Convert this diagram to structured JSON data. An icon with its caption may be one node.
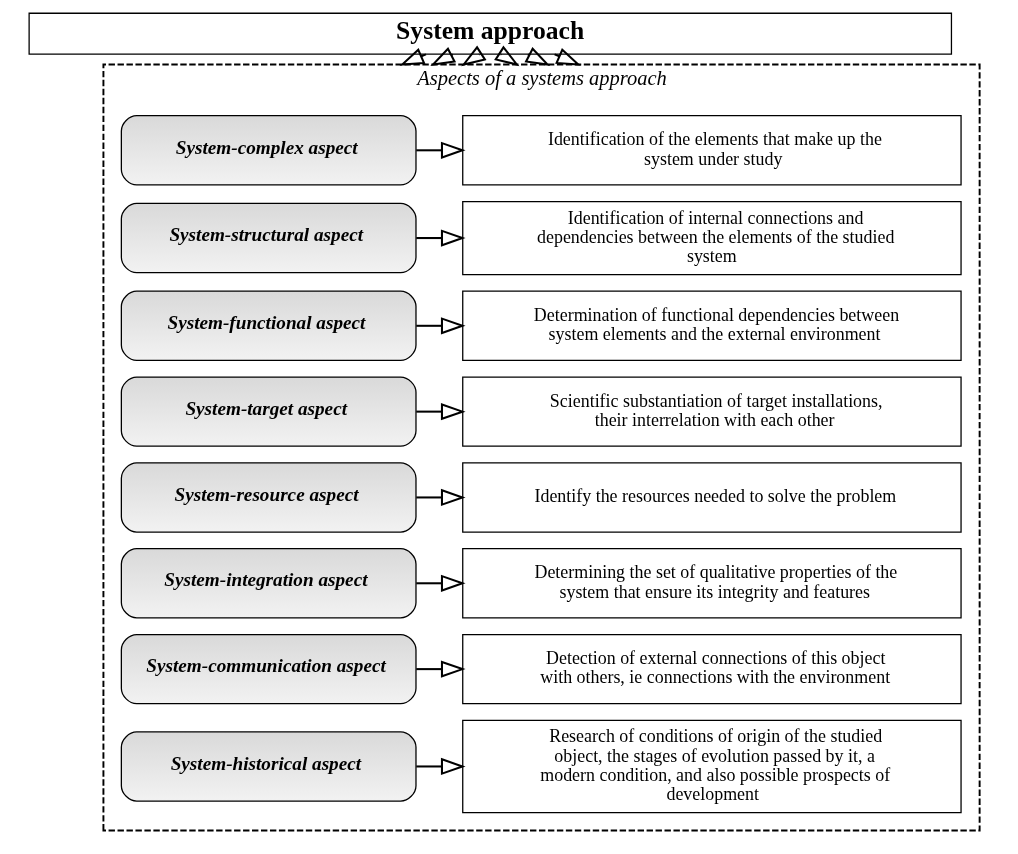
{
  "diagram": {
    "nodes": [
      {
        "text": [
          "System approach"
        ]
      },
      {
        "text": [
          "Aspects of a systems approach"
        ]
      },
      {
        "text": [
          "System-complex aspect"
        ],
        "in": 1
      },
      {
        "text": [
          "Identification of the elements that make up the system under study"
        ],
        "in": 1
      },
      {
        "text": [
          "System-structural aspect"
        ],
        "in": 1
      },
      {
        "text": [
          "Identification of internal connections and dependencies between the elements of the studied system"
        ],
        "in": 1
      },
      {
        "text": [
          "System-functional aspect"
        ],
        "in": 1
      },
      {
        "text": [
          "Determination of functional dependencies between system elements and the external environment"
        ],
        "in": 1
      },
      {
        "text": [
          "System-target aspect"
        ],
        "in": 1
      },
      {
        "text": [
          "Scientific substantiation of target installations, their interrelation with each other"
        ],
        "in": 1
      },
      {
        "text": [
          "System-resource aspect"
        ],
        "in": 1
      },
      {
        "text": [
          "Identify the resources needed to solve the problem"
        ],
        "in": 1
      },
      {
        "text": [
          "System-integration aspect"
        ],
        "in": 1
      },
      {
        "text": [
          "Determining the set of qualitative properties of the system that ensure its integrity and features"
        ],
        "in": 1
      },
      {
        "text": [
          "System-communication aspect"
        ],
        "in": 1
      },
      {
        "text": [
          "Detection of external connections of this object with others, ie connections with the environment"
        ],
        "in": 1
      },
      {
        "text": [
          "System-historical aspect"
        ],
        "in": 1
      },
      {
        "text": [
          "Research of conditions of origin of the studied object, the stages of evolution passed by it, a modern condition, and also possible prospects of development"
        ],
        "in": 1
      }
    ],
    "edges": [
      {
        "from": 0,
        "to": 1,
        "arrow": "to"
      },
      {
        "from": 0,
        "to": 1,
        "arrow": "to"
      },
      {
        "from": 0,
        "to": 1,
        "arrow": "to"
      },
      {
        "from": 0,
        "to": 1,
        "arrow": "to"
      },
      {
        "from": 0,
        "to": 1,
        "arrow": "to"
      },
      {
        "from": 0,
        "to": 1,
        "arrow": "to"
      },
      {
        "from": 2,
        "to": 3,
        "arrow": "to"
      },
      {
        "from": 4,
        "to": 5,
        "arrow": "to"
      },
      {
        "from": 6,
        "to": 7,
        "arrow": "to"
      },
      {
        "from": 8,
        "to": 9,
        "arrow": "to"
      },
      {
        "from": 10,
        "to": 11,
        "arrow": "to"
      },
      {
        "from": 12,
        "to": 13,
        "arrow": "to"
      },
      {
        "from": 14,
        "to": 15,
        "arrow": "to"
      },
      {
        "from": 16,
        "to": 17,
        "arrow": "to"
      }
    ]
  }
}
